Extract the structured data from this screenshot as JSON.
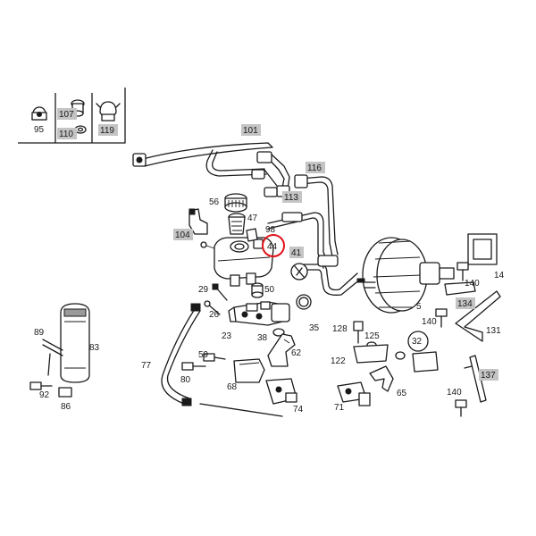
{
  "diagram": {
    "highlighted_part": "44",
    "part_numbers": [
      {
        "id": "95",
        "text": "95",
        "shaded": false
      },
      {
        "id": "107",
        "text": "107",
        "shaded": true
      },
      {
        "id": "110",
        "text": "110",
        "shaded": true
      },
      {
        "id": "119",
        "text": "119",
        "shaded": true
      },
      {
        "id": "101",
        "text": "101",
        "shaded": true
      },
      {
        "id": "116",
        "text": "116",
        "shaded": true
      },
      {
        "id": "113",
        "text": "113",
        "shaded": true
      },
      {
        "id": "56",
        "text": "56",
        "shaded": false
      },
      {
        "id": "47",
        "text": "47",
        "shaded": false
      },
      {
        "id": "98",
        "text": "98",
        "shaded": false
      },
      {
        "id": "104",
        "text": "104",
        "shaded": true
      },
      {
        "id": "44",
        "text": "44",
        "shaded": false
      },
      {
        "id": "41",
        "text": "41",
        "shaded": true
      },
      {
        "id": "14",
        "text": "14",
        "shaded": false
      },
      {
        "id": "140a",
        "text": "140",
        "shaded": false
      },
      {
        "id": "134",
        "text": "134",
        "shaded": true
      },
      {
        "id": "5",
        "text": "5",
        "shaded": false
      },
      {
        "id": "29",
        "text": "29",
        "shaded": false
      },
      {
        "id": "50",
        "text": "50",
        "shaded": false
      },
      {
        "id": "35",
        "text": "35",
        "shaded": false
      },
      {
        "id": "26",
        "text": "26",
        "shaded": false
      },
      {
        "id": "140b",
        "text": "140",
        "shaded": false
      },
      {
        "id": "131",
        "text": "131",
        "shaded": false
      },
      {
        "id": "89",
        "text": "89",
        "shaded": false
      },
      {
        "id": "83",
        "text": "83",
        "shaded": false
      },
      {
        "id": "23",
        "text": "23",
        "shaded": false
      },
      {
        "id": "38",
        "text": "38",
        "shaded": false
      },
      {
        "id": "128",
        "text": "128",
        "shaded": false
      },
      {
        "id": "125",
        "text": "125",
        "shaded": false
      },
      {
        "id": "32",
        "text": "32",
        "shaded": false
      },
      {
        "id": "62",
        "text": "62",
        "shaded": false
      },
      {
        "id": "59",
        "text": "59",
        "shaded": false
      },
      {
        "id": "77",
        "text": "77",
        "shaded": false
      },
      {
        "id": "122",
        "text": "122",
        "shaded": false
      },
      {
        "id": "137",
        "text": "137",
        "shaded": true
      },
      {
        "id": "80",
        "text": "80",
        "shaded": false
      },
      {
        "id": "68",
        "text": "68",
        "shaded": false
      },
      {
        "id": "65",
        "text": "65",
        "shaded": false
      },
      {
        "id": "92",
        "text": "92",
        "shaded": false
      },
      {
        "id": "140c",
        "text": "140",
        "shaded": false
      },
      {
        "id": "86",
        "text": "86",
        "shaded": false
      },
      {
        "id": "71",
        "text": "71",
        "shaded": false
      },
      {
        "id": "74",
        "text": "74",
        "shaded": false
      }
    ]
  }
}
